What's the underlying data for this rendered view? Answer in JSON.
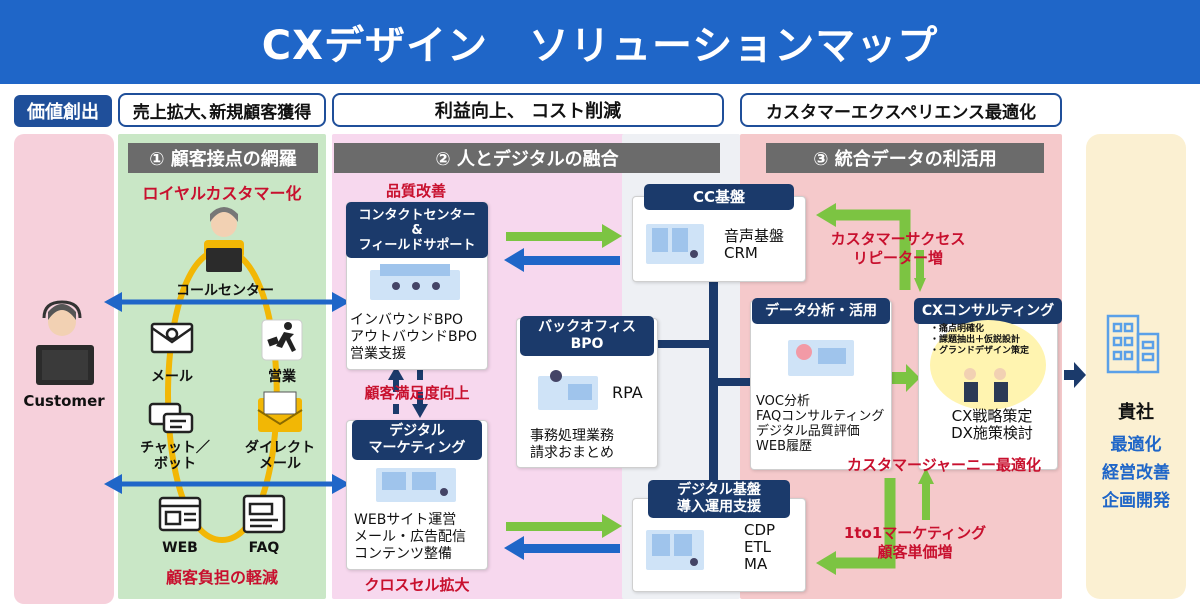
{
  "title": "CXデザイン　ソリューションマップ",
  "header": {
    "value_label": "価値創出",
    "h1": "売上拡大､新規顧客獲得",
    "h2": "利益向上、 コスト削減",
    "h3": "カスタマーエクスペリエンス最適化"
  },
  "zone1": {
    "title": "① 顧客接点の網羅",
    "top_red": "ロイヤルカスタマー化",
    "bottom_red": "顧客負担の軽減",
    "call_center": "コールセンター",
    "mail": "メール",
    "sales": "営業",
    "chat": "チャット／ボット",
    "dm": "ダイレクトメール",
    "web": "WEB",
    "faq": "FAQ"
  },
  "customer": "Customer",
  "zone2": {
    "title": "② 人とデジタルの融合",
    "quality_red": "品質改善",
    "contact_head": "コンタクトセンター\n&\nフィールドサポート",
    "contact_items": "インバウンドBPO\nアウトバウンドBPO\n営業支援",
    "satisfaction_red": "顧客満足度向上",
    "digital_head": "デジタル\nマーケティング",
    "digital_items": "WEBサイト運営\nメール・広告配信\nコンテンツ整備",
    "cross_red": "クロスセル拡大",
    "back_head": "バックオフィス\nBPO",
    "back_rpa": "RPA",
    "back_items": "事務処理業務\n請求おまとめ"
  },
  "center": {
    "cc_head": "CC基盤",
    "cc_items": "音声基盤\nCRM",
    "dg_head": "デジタル基盤\n導入運用支援",
    "dg_items": "CDP\nETL\nMA"
  },
  "zone3": {
    "title": "③ 統合データの利活用",
    "success_red": "カスタマーサクセス\nリピーター増",
    "data_head": "データ分析・活用",
    "data_items": "VOC分析\nFAQコンサルティング\nデジタル品質評価\nWEB履歴",
    "cx_head": "CXコンサルティング",
    "cx_bullets": "・痛点明確化\n・課題抽出＋仮説設計\n・グランドデザイン策定",
    "cx_items": "CX戦略策定\nDX施策検討",
    "journey_red": "カスタマージャーニー最適化",
    "onetoone_red": "1to1マーケティング\n顧客単価増"
  },
  "client": {
    "name": "貴社",
    "items": [
      "最適化",
      "経営改善",
      "企画開発"
    ]
  },
  "colors": {
    "title_blue": "#1f66c8",
    "navy": "#1b3a6b",
    "arrow_blue": "#1f66c8",
    "arrow_green": "#7cc442",
    "red_text": "#c8102e"
  }
}
